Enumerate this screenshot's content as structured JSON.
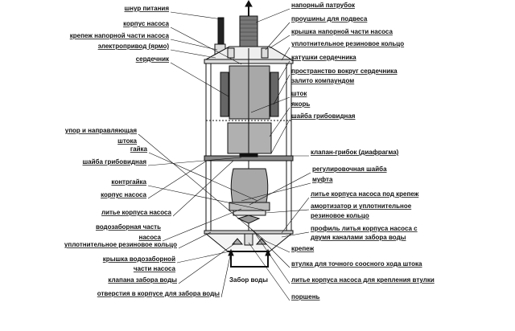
{
  "labels_left": [
    "шнур питания",
    "корпус насоса",
    "крепеж напорной части насоса",
    "электропривод (ярмо)",
    "сердечник",
    "упор и направляющая",
    "штока",
    "гайка",
    "шайба грибовидная",
    "контргайка",
    "корпус насоса",
    "литье корпуса насоса",
    "водозаборная часть",
    "насоса",
    "уплотнительное резиновое кольцо",
    "крышка водозаборной",
    "части насоса",
    "клапана забора воды",
    "отверстия в  корпусе для забора воды"
  ],
  "labels_right": [
    "напорный патрубок",
    "проушины для подвеса",
    "крышка напорной части насоса",
    "уплотнительное резиновое кольцо",
    "катушки сердечника",
    "пространство вокруг сердечника",
    "залито компаундом",
    "шток",
    "якорь",
    "шайба грибовидная",
    "клапан-грибок (диафрагма)",
    "регулировочная шайба",
    "муфта",
    "литье корпуса насоса под крепеж",
    "амортизатор и уплотнительное",
    "резиновое кольцо",
    "профиль литья корпуса насоса с",
    "двумя каналами забора воды",
    "крепеж",
    "втулка для точного соосного хода штока",
    "литье корпуса насоса для крепления втулки",
    "поршень"
  ],
  "water_intake_label": "Забор воды",
  "colors": {
    "line": "#111111",
    "fill_gray": "#a8a8a8",
    "coil": "#555555"
  }
}
